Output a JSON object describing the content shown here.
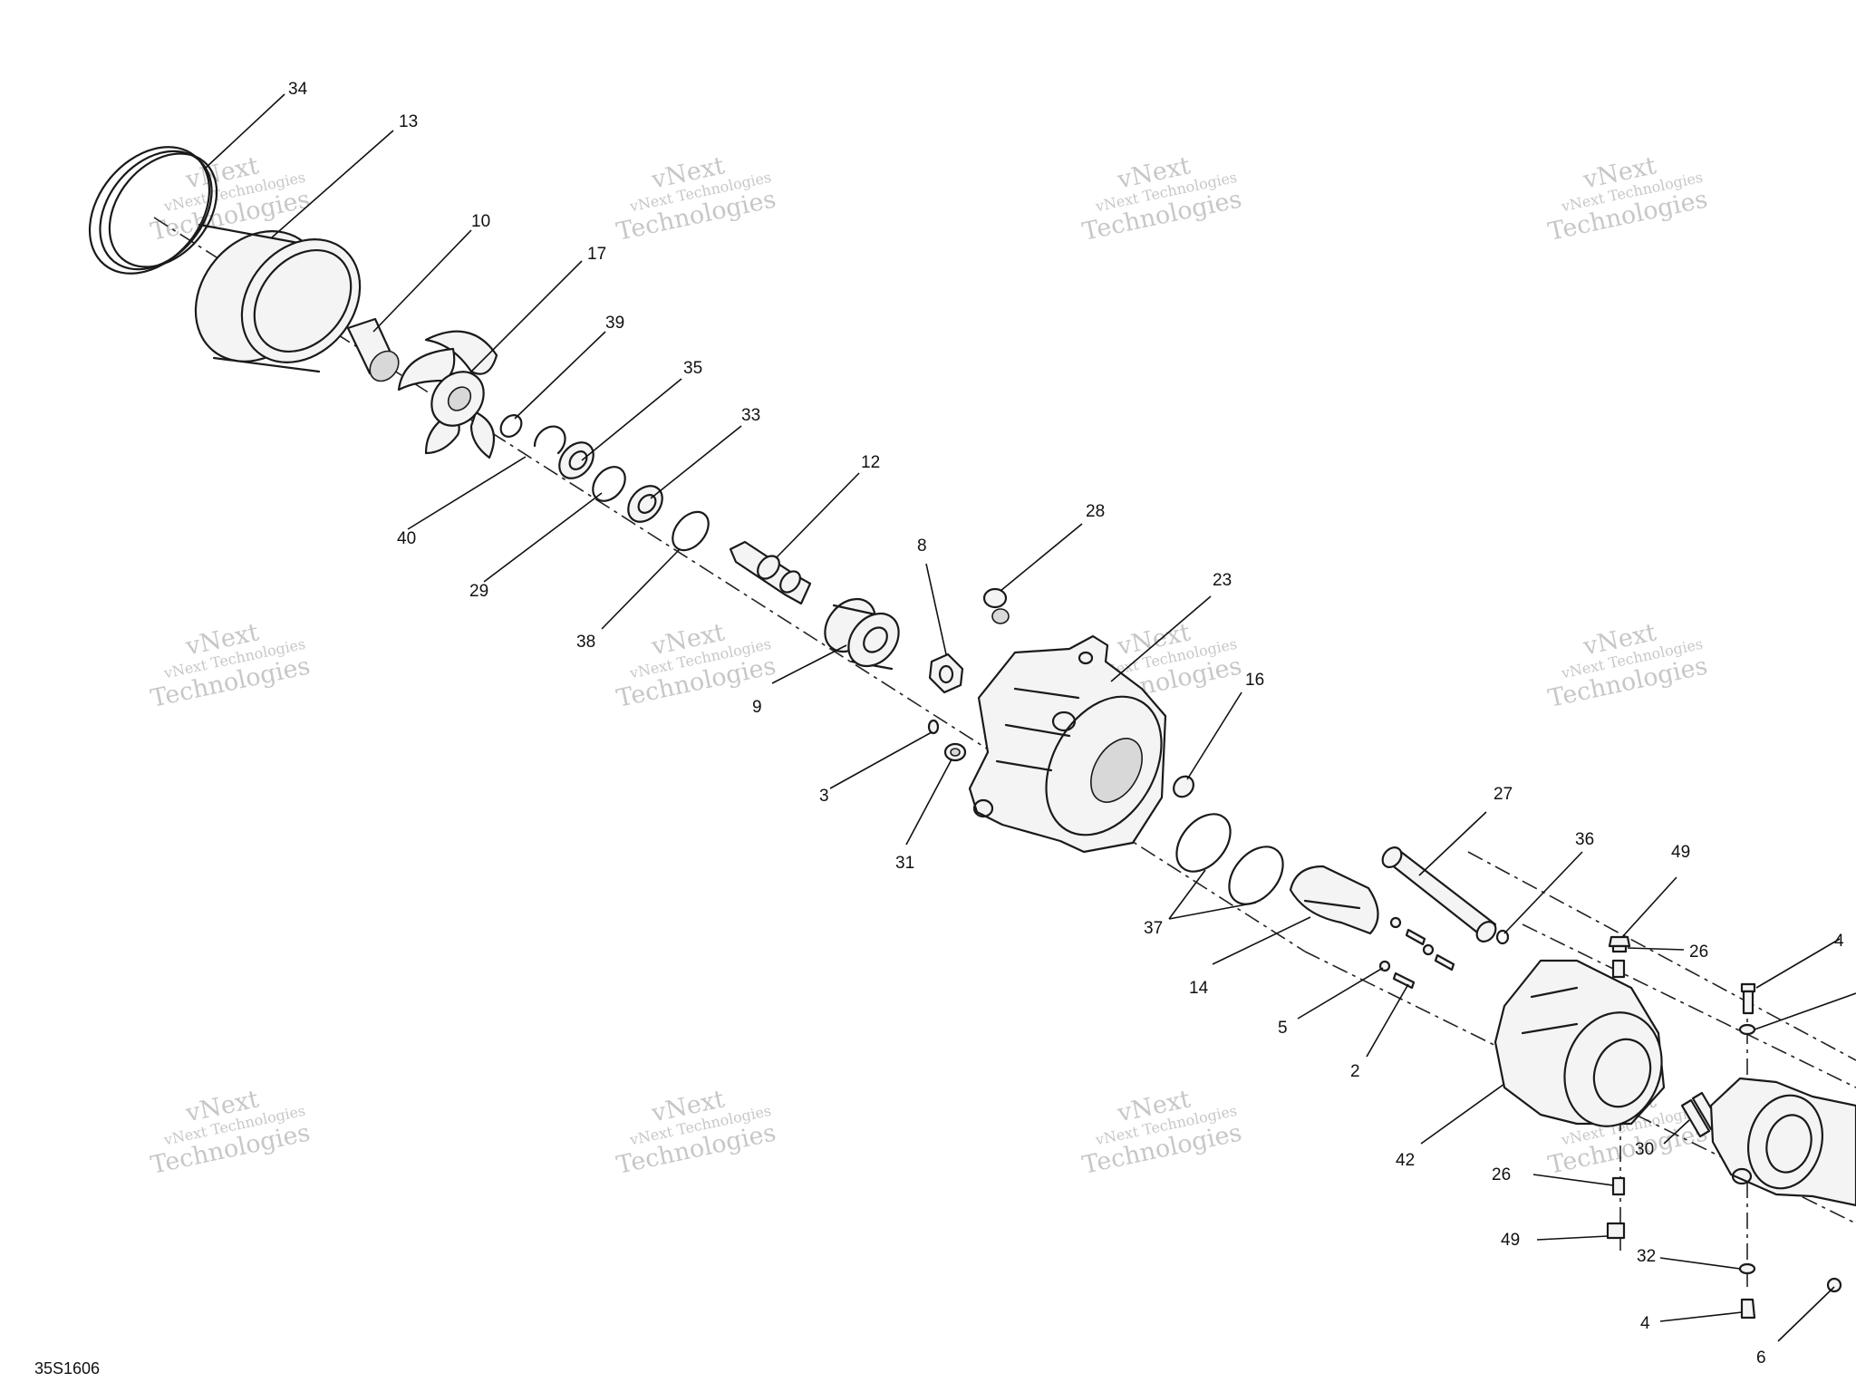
{
  "figure_code": "35S1606",
  "watermark": {
    "line1": "vNext",
    "line2": "vNext Technologies",
    "line3": "Technologies"
  },
  "callouts": [
    "34",
    "13",
    "10",
    "17",
    "39",
    "35",
    "33",
    "40",
    "29",
    "38",
    "12",
    "8",
    "28",
    "23",
    "16",
    "9",
    "3",
    "31",
    "27",
    "36",
    "49",
    "26",
    "37",
    "14",
    "5",
    "2",
    "4",
    "42",
    "30",
    "26",
    "49",
    "32",
    "4",
    "6"
  ]
}
